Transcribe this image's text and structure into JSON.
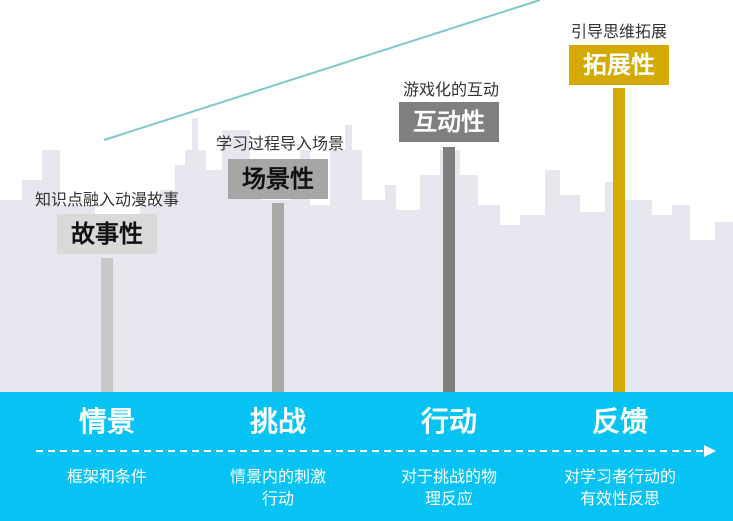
{
  "colors": {
    "band": "#06c3f3",
    "skyline": "#e6e6ee",
    "trend_line": "#7fc9cb",
    "pole_1": "#c8c8c8",
    "pole_2": "#a9a9a9",
    "pole_3": "#7f7f7f",
    "pole_4": "#d4aa00"
  },
  "stages": [
    {
      "caption": "知识点融入动漫故事",
      "tag": "故事性",
      "tag_bg": "#d9d9d9",
      "tag_fg": "#111111",
      "name": "情景",
      "desc": [
        "框架和条件"
      ]
    },
    {
      "caption": "学习过程导入场景",
      "tag": "场景性",
      "tag_bg": "#a6a6a6",
      "tag_fg": "#111111",
      "name": "挑战",
      "desc": [
        "情景内的刺激",
        "行动"
      ]
    },
    {
      "caption": "游戏化的互动",
      "tag": "互动性",
      "tag_bg": "#7f7f7f",
      "tag_fg": "#ffffff",
      "name": "行动",
      "desc": [
        "对于挑战的物",
        "理反应"
      ]
    },
    {
      "caption": "引导思维拓展",
      "tag": "拓展性",
      "tag_bg": "#d4aa00",
      "tag_fg": "#ffffff",
      "name": "反馈",
      "desc": [
        "对学习者行动的",
        "有效性反思"
      ]
    }
  ]
}
